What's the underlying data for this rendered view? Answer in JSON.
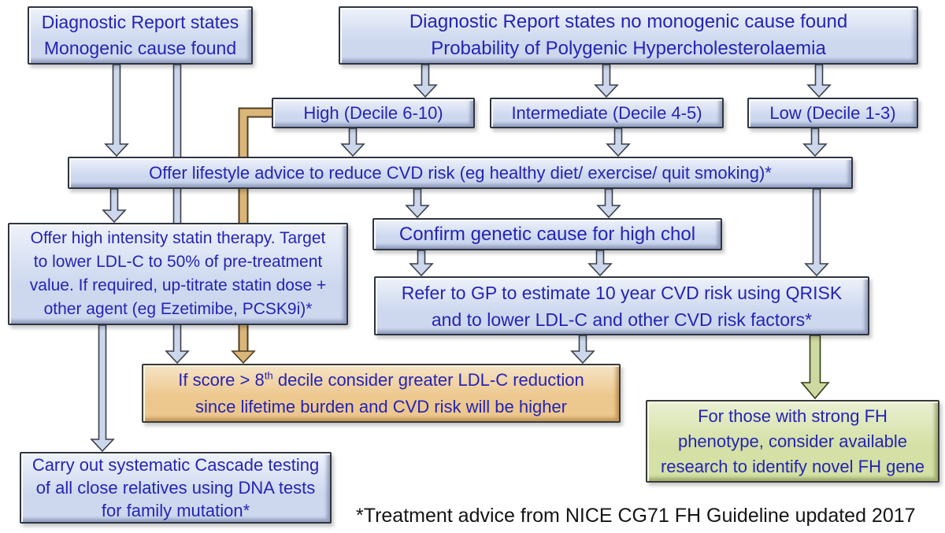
{
  "colors": {
    "background": "#ffffff",
    "box_fill_blue": "#cdd8ef",
    "box_text_blue": "#2424b4",
    "box_fill_orange": "#edc88e",
    "box_fill_green": "#d4e0a5",
    "arrow_blue": "#ccd7ec",
    "arrow_outline": "#3a3f4a",
    "connector_tan": "#dbb679",
    "connector_tan_outline": "#4c3d22",
    "arrow_green": "#cdd9a1",
    "arrow_green_outline": "#333c14",
    "footnote_color": "#141414"
  },
  "boxes": {
    "monogenic": {
      "lines": [
        "Diagnostic Report states",
        "Monogenic cause found"
      ]
    },
    "polygenic": {
      "lines": [
        "Diagnostic Report states no monogenic cause found",
        "Probability of Polygenic Hypercholesterolaemia"
      ]
    },
    "high": {
      "label": "High (Decile 6-10)"
    },
    "intermediate": {
      "label": "Intermediate (Decile 4-5)"
    },
    "low": {
      "label": "Low (Decile 1-3)"
    },
    "lifestyle": {
      "label": "Offer lifestyle advice to reduce CVD risk (eg healthy diet/ exercise/ quit smoking)*"
    },
    "statin": {
      "lines": [
        "Offer high intensity statin therapy. Target",
        "to lower LDL-C to 50% of pre-treatment",
        "value. If required, up-titrate statin dose +",
        "other agent (eg Ezetimibe, PCSK9i)*"
      ]
    },
    "confirm": {
      "label": "Confirm genetic cause for high chol"
    },
    "refer": {
      "lines": [
        "Refer to GP to estimate 10 year CVD risk using QRISK",
        "and to lower LDL-C and other CVD risk factors*"
      ]
    },
    "decision": {
      "line1_pre": "If score > 8",
      "line1_sup": "th",
      "line1_post": " decile consider greater LDL-C reduction",
      "line2": "since lifetime burden and CVD risk will be higher"
    },
    "research": {
      "lines": [
        "For those with strong FH",
        "phenotype, consider available",
        "research to identify novel FH gene"
      ]
    },
    "cascade": {
      "lines": [
        "Carry out systematic Cascade testing",
        "of all close relatives using DNA tests",
        "for family mutation*"
      ]
    }
  },
  "footnote": "*Treatment advice from NICE CG71 FH Guideline updated 2017"
}
